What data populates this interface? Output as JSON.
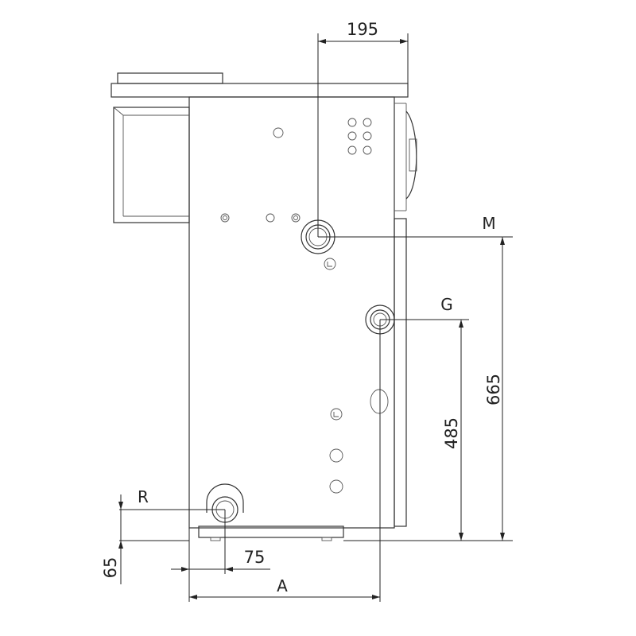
{
  "dimensions": {
    "top_width": "195",
    "height_m": "665",
    "height_g": "485",
    "offset_r": "65",
    "offset_x": "75",
    "width_a": "A"
  },
  "connections": {
    "m": "M",
    "g": "G",
    "r": "R"
  }
}
